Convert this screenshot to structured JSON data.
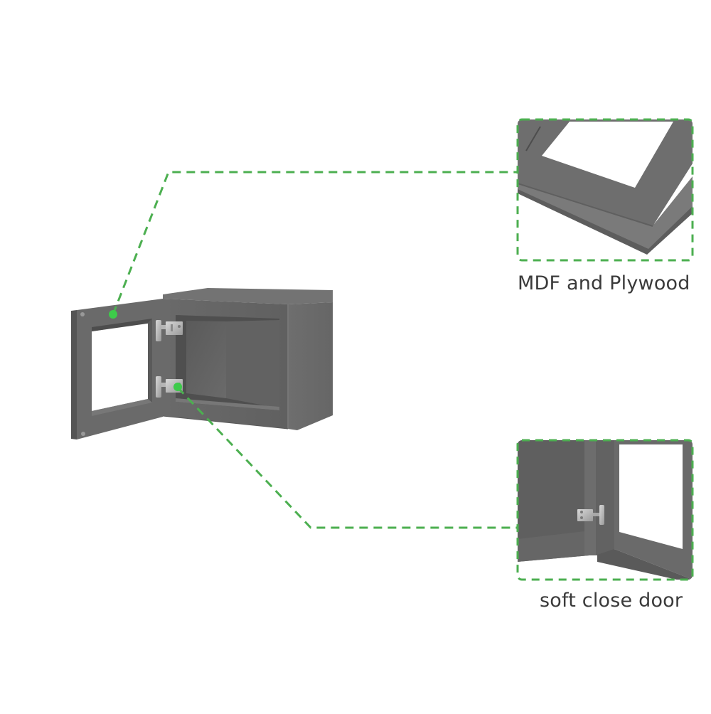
{
  "callouts": [
    {
      "id": "material",
      "label": "MDF and Plywood",
      "target": "door-frame"
    },
    {
      "id": "hinge",
      "label": "soft close door",
      "target": "door-hinge"
    }
  ],
  "colors": {
    "accent_green": "#4caf50",
    "marker_green": "#3dcb4a",
    "cabinet_gray": "#6b6b6b",
    "cabinet_dark": "#555555",
    "caption_text": "#3a3a3a",
    "background": "#ffffff"
  },
  "product": {
    "name": "cabinet",
    "features": [
      "glass-window door",
      "two hinges",
      "open interior"
    ]
  }
}
